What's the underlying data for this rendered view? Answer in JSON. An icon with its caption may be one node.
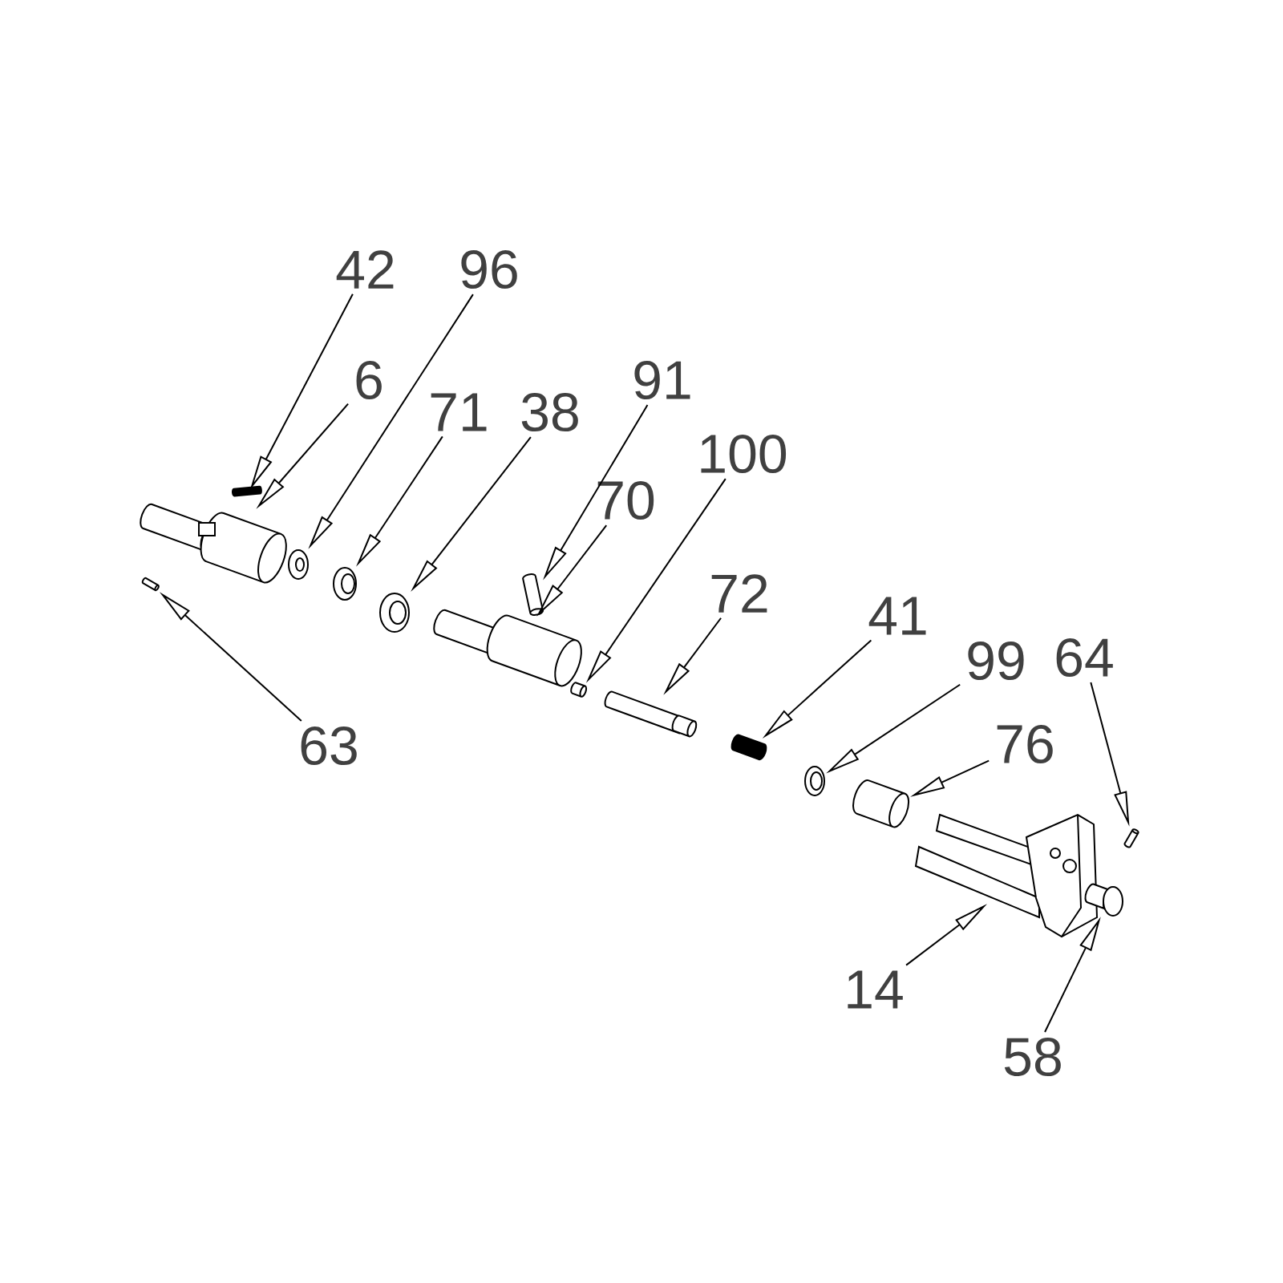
{
  "diagram": {
    "nodes": [
      {
        "text": [
          "42"
        ]
      },
      {
        "text": [
          "96"
        ]
      },
      {
        "text": [
          "6"
        ]
      },
      {
        "text": [
          "71"
        ]
      },
      {
        "text": [
          "38"
        ]
      },
      {
        "text": [
          "91"
        ]
      },
      {
        "text": [
          "70"
        ]
      },
      {
        "text": [
          "100"
        ]
      },
      {
        "text": [
          "72"
        ]
      },
      {
        "text": [
          "41"
        ]
      },
      {
        "text": [
          "99"
        ]
      },
      {
        "text": [
          "76"
        ]
      },
      {
        "text": [
          "64"
        ]
      },
      {
        "text": [
          "14"
        ]
      },
      {
        "text": [
          "58"
        ]
      },
      {
        "text": [
          "63"
        ]
      },
      {
        "text": [],
        "shape": "picture"
      },
      {
        "text": [],
        "shape": "picture"
      },
      {
        "text": [],
        "shape": "picture"
      },
      {
        "text": [],
        "shape": "picture"
      },
      {
        "text": [],
        "shape": "picture"
      },
      {
        "text": [],
        "shape": "picture"
      },
      {
        "text": [],
        "shape": "picture"
      },
      {
        "text": [],
        "shape": "picture"
      },
      {
        "text": [],
        "shape": "picture"
      },
      {
        "text": [],
        "shape": "picture"
      },
      {
        "text": [],
        "shape": "picture"
      },
      {
        "text": [],
        "shape": "picture"
      },
      {
        "text": [],
        "shape": "picture"
      },
      {
        "text": [],
        "shape": "picture"
      },
      {
        "text": [],
        "shape": "picture"
      },
      {
        "text": [],
        "shape": "picture"
      }
    ],
    "edges": [
      {
        "from": 0,
        "to": 16,
        "arrow": "to"
      },
      {
        "from": 1,
        "to": 17,
        "arrow": "to"
      },
      {
        "from": 2,
        "to": 18,
        "arrow": "to"
      },
      {
        "from": 3,
        "to": 19,
        "arrow": "to"
      },
      {
        "from": 4,
        "to": 20,
        "arrow": "to"
      },
      {
        "from": 5,
        "to": 21,
        "arrow": "to"
      },
      {
        "from": 6,
        "to": 22,
        "arrow": "to"
      },
      {
        "from": 7,
        "to": 23,
        "arrow": "to"
      },
      {
        "from": 8,
        "to": 24,
        "arrow": "to"
      },
      {
        "from": 9,
        "to": 25,
        "arrow": "to"
      },
      {
        "from": 10,
        "to": 26,
        "arrow": "to"
      },
      {
        "from": 11,
        "to": 27,
        "arrow": "to"
      },
      {
        "from": 12,
        "to": 28,
        "arrow": "to"
      },
      {
        "from": 13,
        "to": 29,
        "arrow": "to"
      },
      {
        "from": 14,
        "to": 30,
        "arrow": "to"
      },
      {
        "from": 15,
        "to": 31,
        "arrow": "to"
      }
    ]
  }
}
